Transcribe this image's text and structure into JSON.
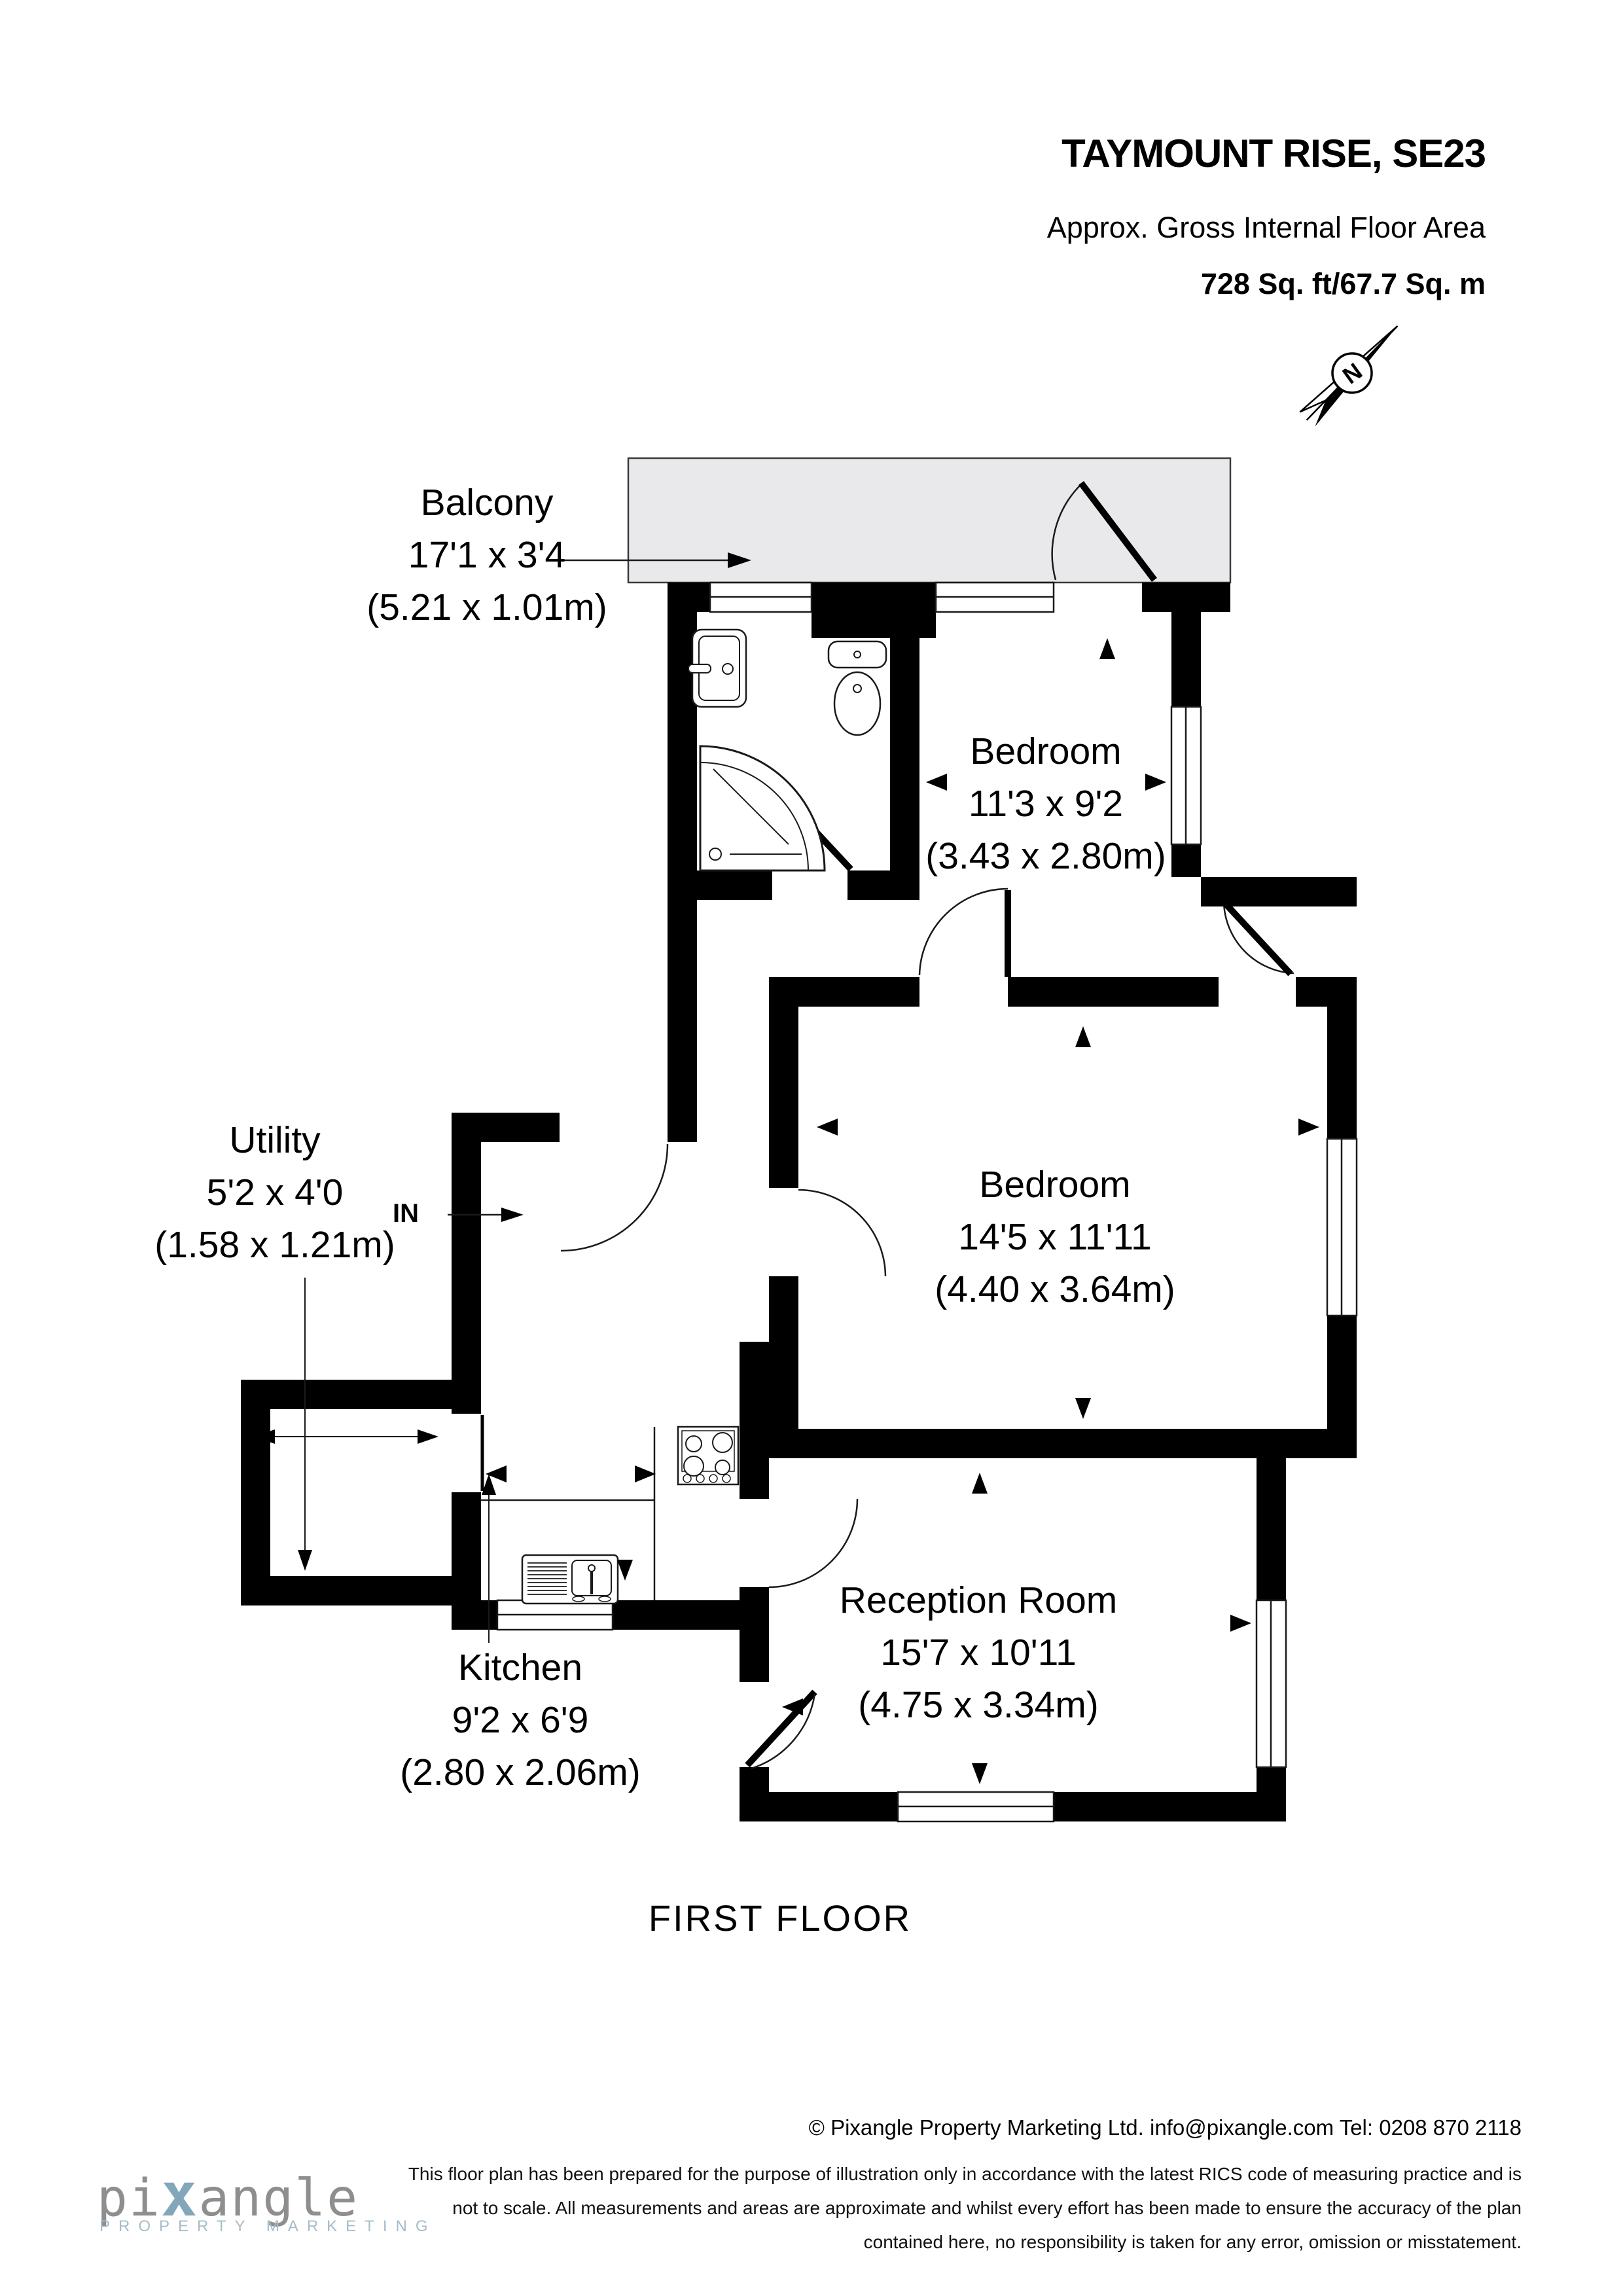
{
  "header": {
    "title": "TAYMOUNT RISE, SE23",
    "subtitle": "Approx. Gross Internal Floor Area",
    "area": "728 Sq. ft/67.7 Sq. m"
  },
  "compass": {
    "north_letter": "N"
  },
  "plan": {
    "entrance_label": "IN",
    "floor_label": "FIRST FLOOR",
    "rooms": [
      {
        "id": "balcony",
        "name": "Balcony",
        "dims": "17'1 x 3'4",
        "metric": "(5.21 x 1.01m)"
      },
      {
        "id": "bedroom1",
        "name": "Bedroom",
        "dims": "11'3 x 9'2",
        "metric": "(3.43 x 2.80m)"
      },
      {
        "id": "bedroom2",
        "name": "Bedroom",
        "dims": "14'5 x 11'11",
        "metric": "(4.40 x 3.64m)"
      },
      {
        "id": "reception",
        "name": "Reception Room",
        "dims": "15'7 x 10'11",
        "metric": "(4.75 x 3.34m)"
      },
      {
        "id": "kitchen",
        "name": "Kitchen",
        "dims": "9'2 x 6'9",
        "metric": "(2.80 x 2.06m)"
      },
      {
        "id": "utility",
        "name": "Utility",
        "dims": "5'2 x 4'0",
        "metric": "(1.58 x 1.21m)"
      }
    ]
  },
  "footer": {
    "contact": "© Pixangle Property Marketing Ltd. info@pixangle.com Tel: 0208 870 2118",
    "disclaimer_line1": "This floor plan has been prepared for the purpose of illustration only in accordance with the latest RICS code of measuring practice and is",
    "disclaimer_line2": "not to scale. All measurements and areas are approximate and whilst every effort has been made to ensure the accuracy of the plan",
    "disclaimer_line3": "contained here, no responsibility is taken for any error, omission or misstatement.",
    "logo": {
      "pre": "pi",
      "x": "x",
      "post": "angle",
      "tagline": "PROPERTY MARKETING"
    }
  },
  "colors": {
    "wall": "#000000",
    "balcony_fill": "#e9e9eb",
    "logo_gray": "#8e8e8e",
    "logo_blue": "#83a7ba"
  }
}
